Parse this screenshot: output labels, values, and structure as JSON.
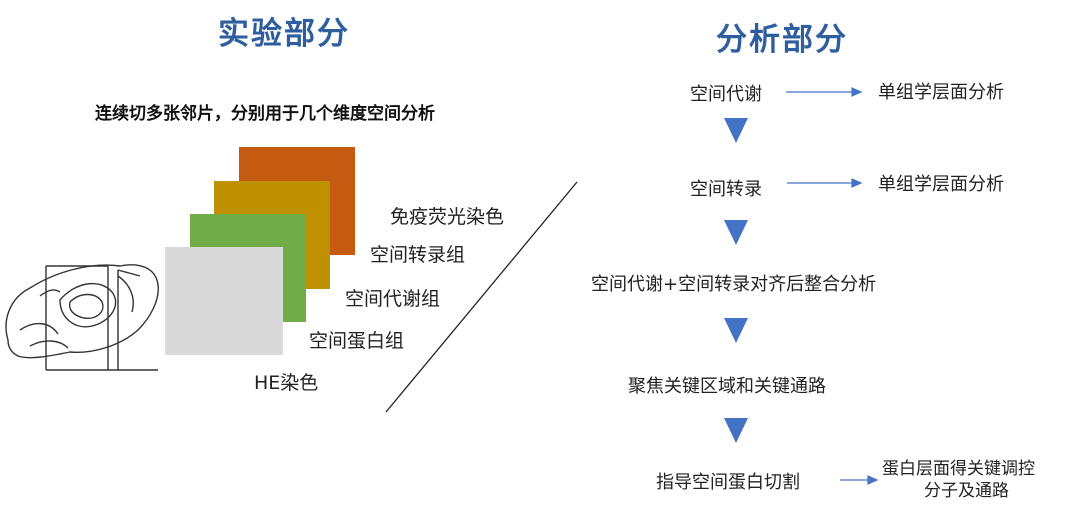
{
  "experiment": {
    "title": "实验部分",
    "subtitle": "连续切多张邻片，分别用于几个维度空间分析",
    "layers": [
      {
        "label": "免疫荧光染色",
        "color": "#C55A11"
      },
      {
        "label": "空间转录组",
        "color": "#BF9000"
      },
      {
        "label": "空间代谢组",
        "color": "#70AD47"
      },
      {
        "label": "空间蛋白组",
        "color": "#D9D9D9"
      },
      {
        "label": "HE染色",
        "color": "#D9D9D9"
      }
    ]
  },
  "analysis": {
    "title": "分析部分",
    "steps": [
      "空间代谢",
      "空间转录",
      "空间代谢+空间转录对齐后整合分析",
      "聚焦关键区域和关键通路",
      "指导空间蛋白切割"
    ],
    "results": {
      "metabolism": "单组学层面分析",
      "transcription": "单组学层面分析",
      "protein_line1": "蛋白层面得关键调控",
      "protein_line2": "分子及通路"
    },
    "arrow_color": "#4472C4"
  }
}
